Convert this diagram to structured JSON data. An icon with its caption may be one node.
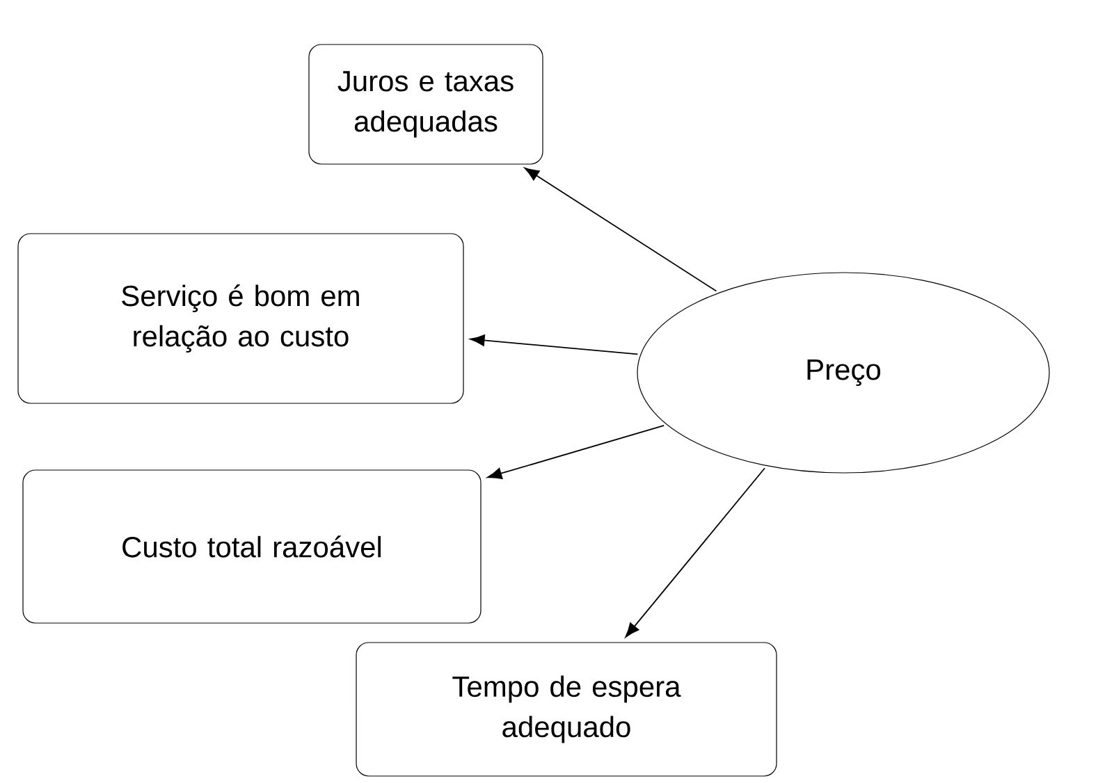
{
  "diagram": {
    "nodes": [
      {
        "text": [
          "Juros e taxas adequadas"
        ]
      },
      {
        "text": [
          "Serviço é bom em relação ao custo"
        ]
      },
      {
        "text": [
          "Custo total razoável"
        ]
      },
      {
        "text": [
          "Tempo de espera adequado"
        ]
      },
      {
        "text": [
          "Preço"
        ]
      }
    ],
    "edges": [
      {
        "from": 4,
        "to": 0,
        "arrow": "to"
      },
      {
        "from": 4,
        "to": 1,
        "arrow": "to"
      },
      {
        "from": 4,
        "to": 2,
        "arrow": "to"
      },
      {
        "from": 4,
        "to": 3,
        "arrow": "to"
      }
    ]
  }
}
